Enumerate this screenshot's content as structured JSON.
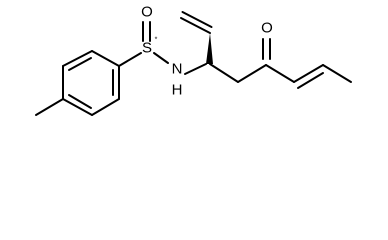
{
  "molecule": {
    "atoms": {
      "oxygen_sulfinyl": "O",
      "sulfur": "S",
      "sulfur_stereo_mark": "*",
      "nitrogen": "N",
      "nitrogen_hydrogen": "H",
      "oxygen_ketone": "O"
    }
  }
}
